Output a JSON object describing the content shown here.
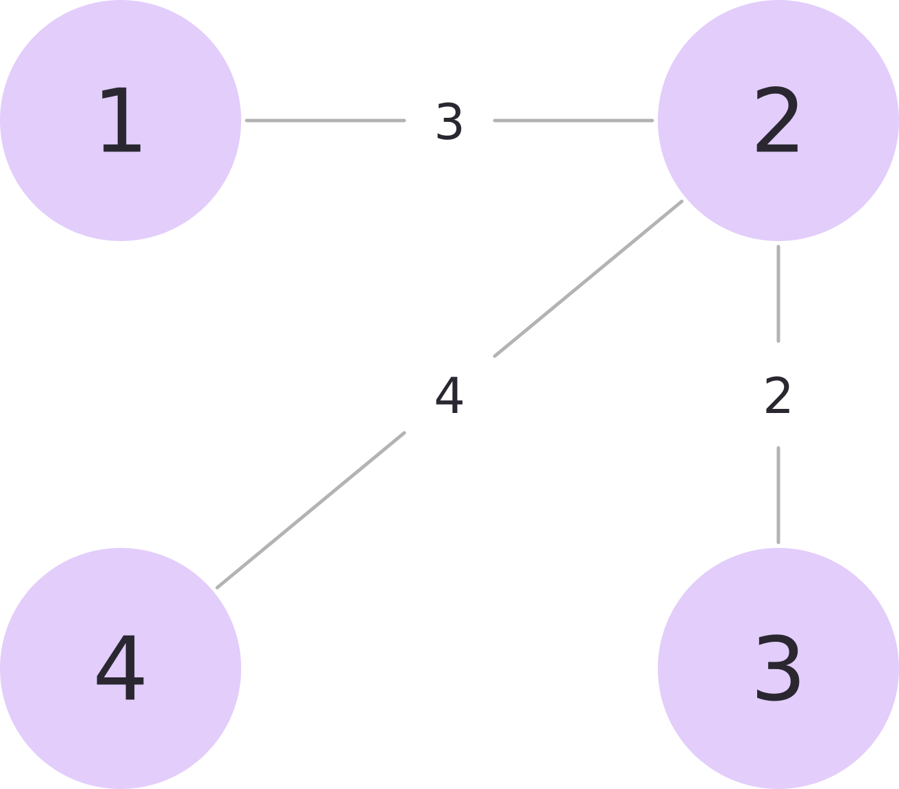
{
  "graph": {
    "nodes": [
      {
        "id": "n1",
        "label": "1"
      },
      {
        "id": "n2",
        "label": "2"
      },
      {
        "id": "n3",
        "label": "3"
      },
      {
        "id": "n4",
        "label": "4"
      }
    ],
    "edges": [
      {
        "from": "n1",
        "to": "n2",
        "weight": "3"
      },
      {
        "from": "n2",
        "to": "n4",
        "weight": "4"
      },
      {
        "from": "n2",
        "to": "n3",
        "weight": "2"
      }
    ],
    "colors": {
      "node_fill": "#e2cdfb",
      "edge_stroke": "#b3b3b3",
      "text": "#2a2730"
    }
  }
}
